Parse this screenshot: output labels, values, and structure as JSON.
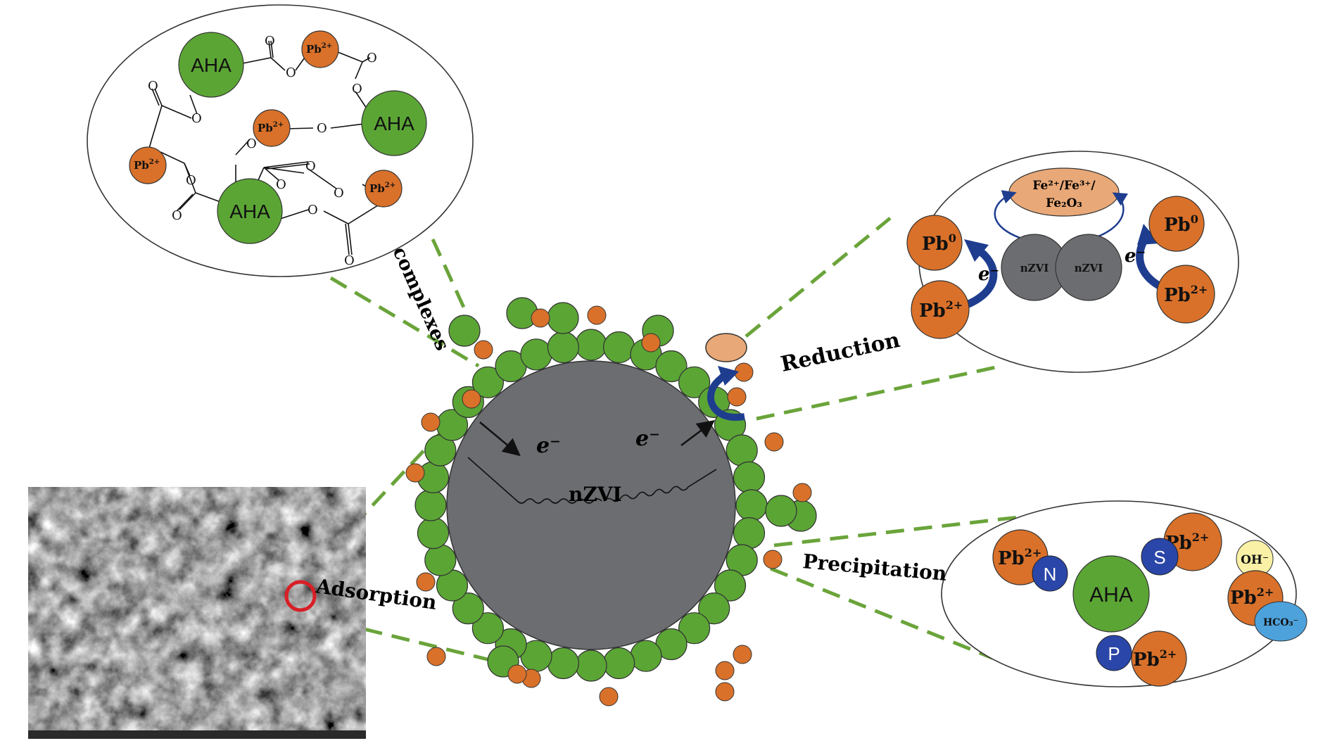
{
  "colors": {
    "green": "#5ba535",
    "orange": "#d9712a",
    "gray": "#6b6d70",
    "tan": "#e8a877",
    "navy": "#1e3d8f",
    "dash_green": "#6aa43a",
    "yellow": "#fbf1a6",
    "light_blue": "#4da2dc",
    "red": "#d81f26"
  },
  "core": {
    "label": "nZVI",
    "electron_left": "e⁻",
    "electron_right": "e⁻"
  },
  "mechanisms": {
    "complexes": "complexes",
    "reduction": "Reduction",
    "precipitation": "Precipitation",
    "adsorption": "Adsorption"
  },
  "complexes_panel": {
    "aha": "AHA",
    "pb": "Pb",
    "pb_charge": "2+",
    "oxygen": "O"
  },
  "reduction_panel": {
    "iron_species_line1": "Fe²⁺/Fe³⁺/",
    "iron_species_line2": "Fe₂O₃",
    "nzvi": "nZVI",
    "pb0_base": "Pb",
    "pb0_sup": "0",
    "pb2_base": "Pb",
    "pb2_sup": "2+",
    "electron": "e⁻"
  },
  "precipitation_panel": {
    "aha": "AHA",
    "pb": "Pb",
    "pb_charge": "2+",
    "n": "N",
    "s": "S",
    "p": "P",
    "oh": "OH⁻",
    "hco3": "HCO₃⁻"
  },
  "sem": {
    "icon": "sem-micrograph"
  }
}
